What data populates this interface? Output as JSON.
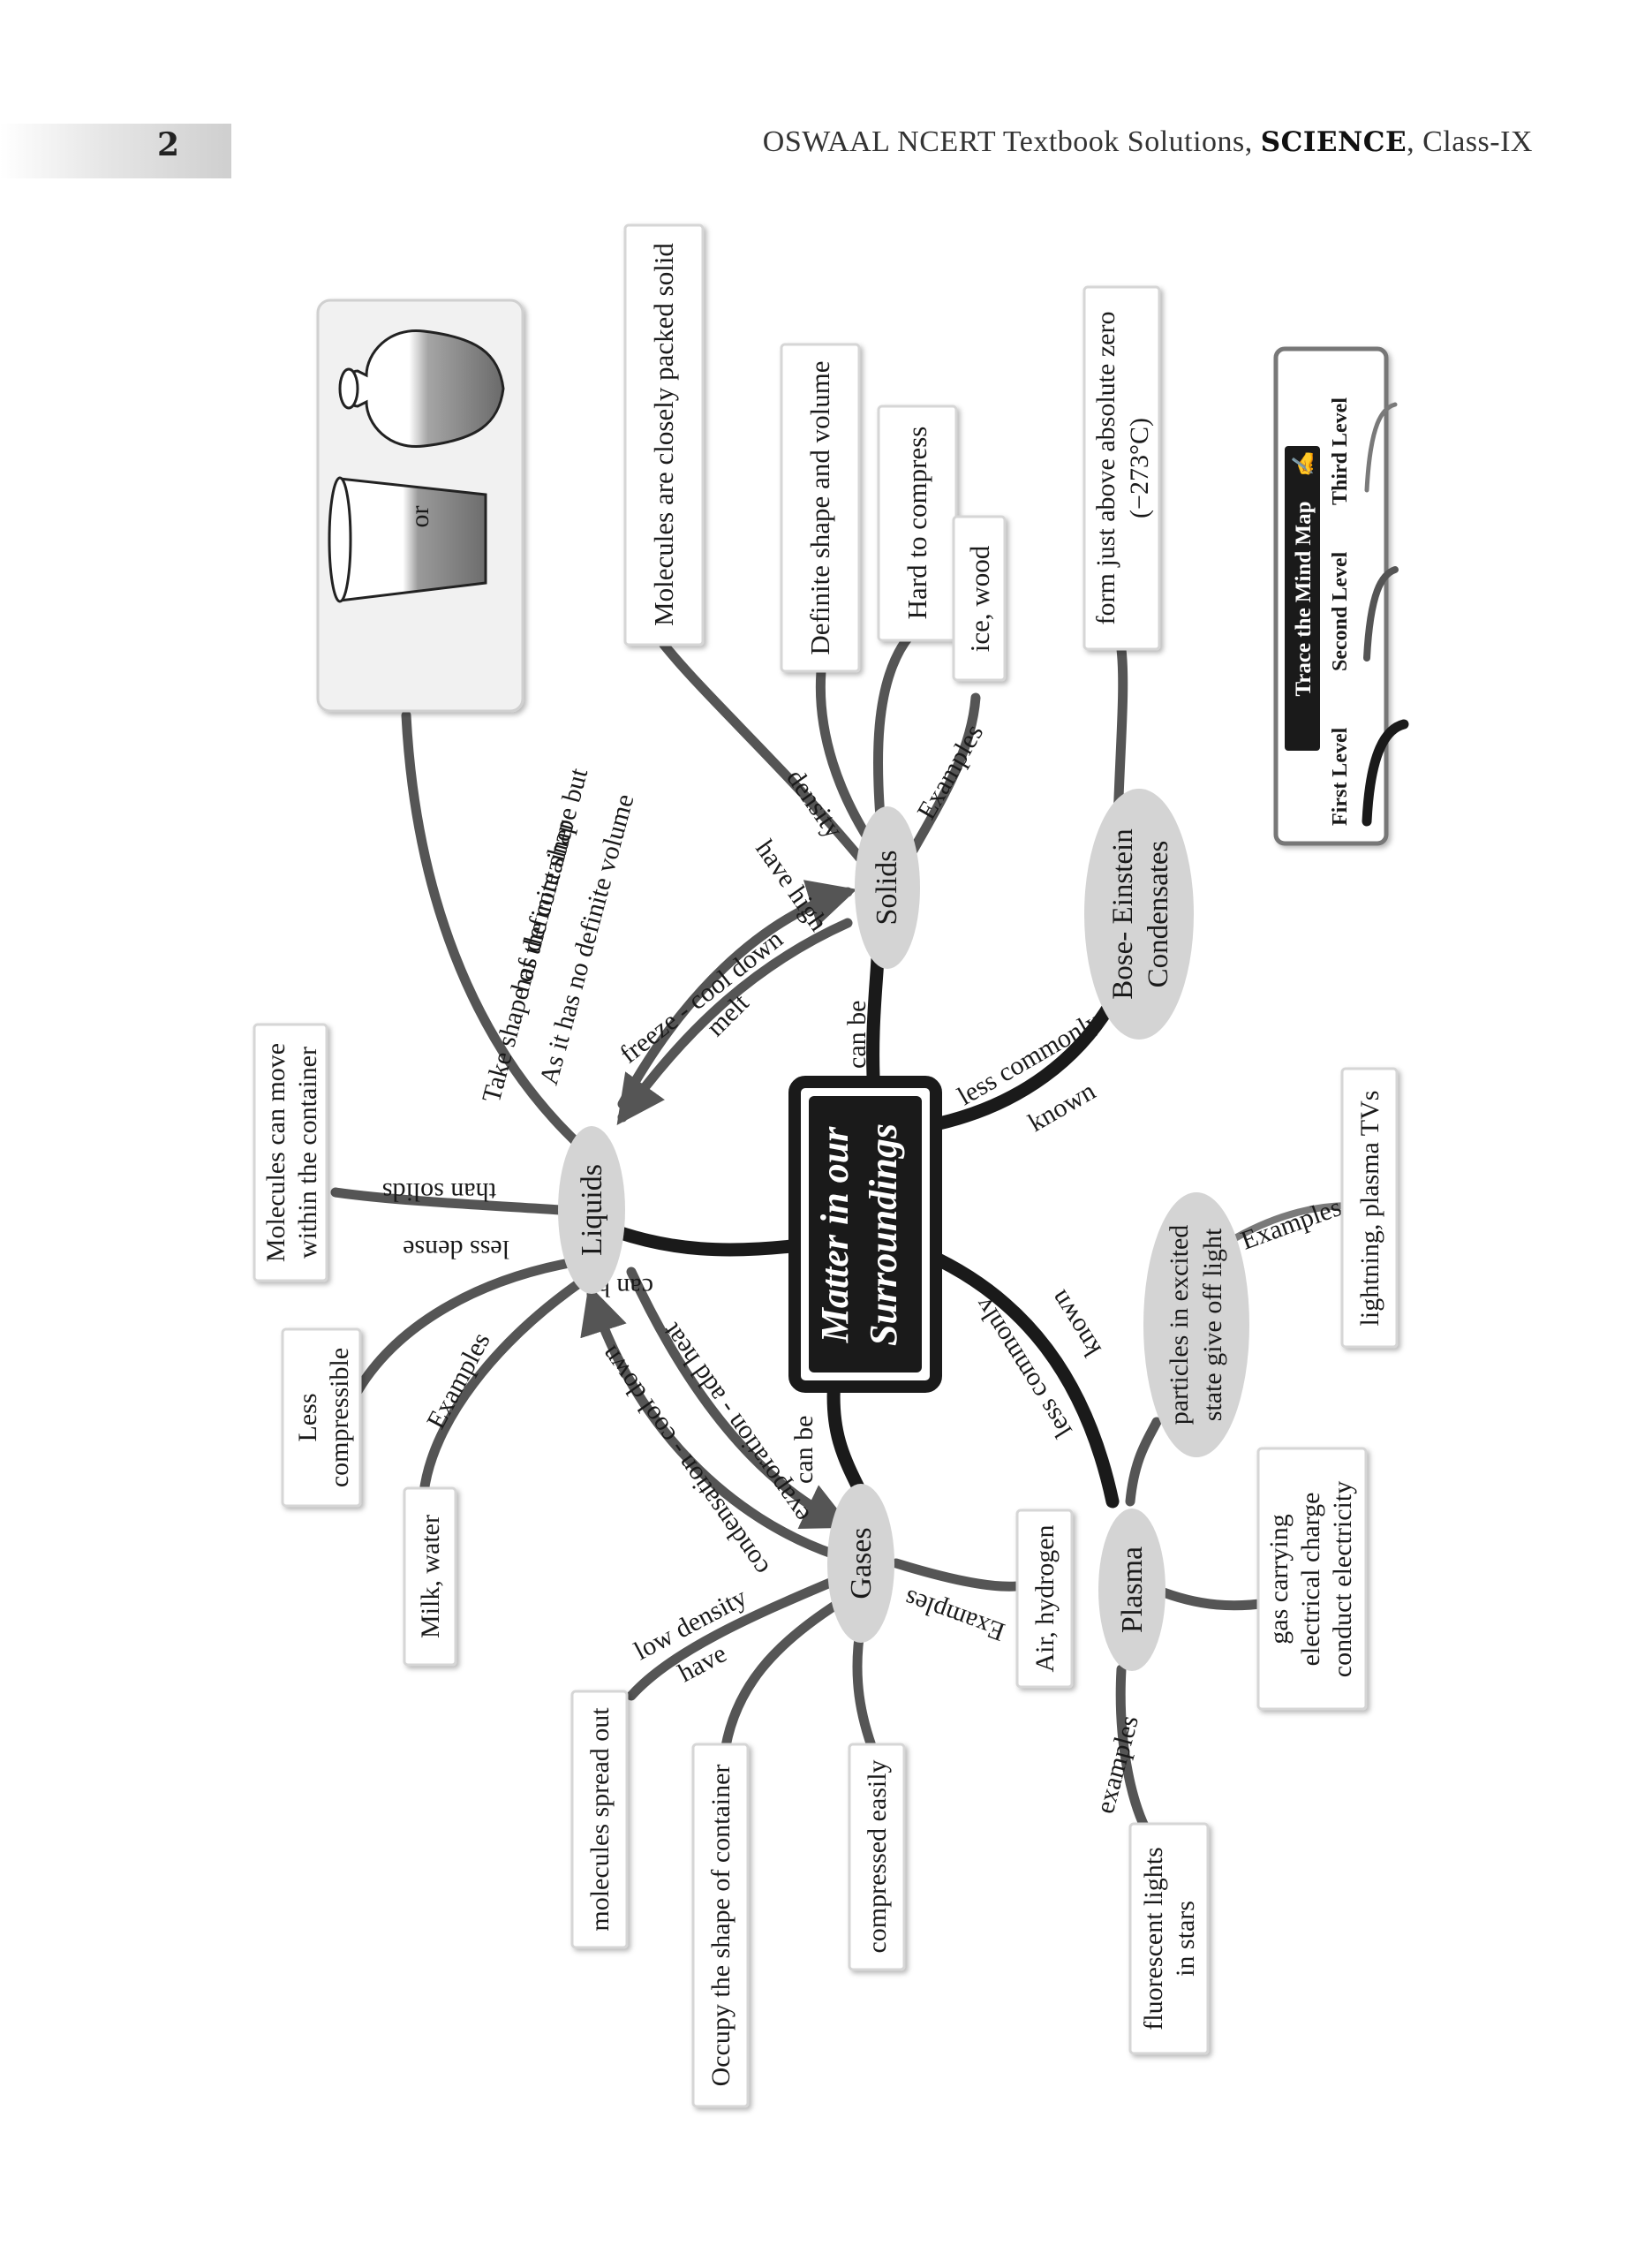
{
  "header": {
    "page_number": "2",
    "publisher_prefix": "OSWAAL NCERT Textbook Solutions, ",
    "subject": "SCIENCE",
    "class_suffix": ", Class-IX"
  },
  "center": {
    "line1": "Matter in our",
    "line2": "Surroundings"
  },
  "states": {
    "solids": "Solids",
    "liquids": "Liquids",
    "gases": "Gases",
    "plasma": "Plasma",
    "bec_line1": "Bose- Einstein",
    "bec_line2": "Condensates"
  },
  "connectors": {
    "can_be_solids": "can be",
    "can_be_liquids": "can be",
    "can_be_gases": "can be",
    "less_commonly_bec": "less commonly",
    "known_bec": "known",
    "less_commonly_plasma": "less commonly",
    "known_plasma": "known",
    "freeze": "freeze - cool down",
    "melt": "melt",
    "evaporation": "evaporation - add heat",
    "condensation": "condensation - cool down",
    "have_high": "have high",
    "density": "density",
    "solid_examples": "Examples",
    "liquid_shape_1": "Take shape of the container",
    "liquid_shape_2": "has definite shape but",
    "liquid_shape_3": "As it has no definite volume",
    "less_dense": "less dense",
    "than_solids": "than solids",
    "liquid_examples": "Examples",
    "low_density": "low density",
    "have": "have",
    "gas_examples": "Examples",
    "plasma_examples_top": "Examples",
    "plasma_examples_bottom": "examples"
  },
  "boxes": {
    "solid_packed": "Molecules are closely packed solid",
    "solid_definite": "Definite shape and volume",
    "solid_hard": "Hard to compress",
    "solid_examples": "ice, wood",
    "container_or": "or",
    "liquid_move_1": "Molecules can move",
    "liquid_move_2": "within the container",
    "liquid_compress_1": "Less",
    "liquid_compress_2": "compressible",
    "liquid_examples": "Milk, water",
    "gas_spread": "molecules spread out",
    "gas_occupy": "Occupy the shape of container",
    "gas_compressed": "compressed easily",
    "gas_examples": "Air, hydrogen",
    "bec_1": "form just above absolute zero",
    "bec_2": "(−273°C)",
    "plasma_excited_1": "particles in excited",
    "plasma_excited_2": "state give off light",
    "plasma_tv": "lightning, plasma TVs",
    "plasma_charge_1": "gas carrying",
    "plasma_charge_2": "electrical charge",
    "plasma_charge_3": "conduct electricity",
    "plasma_stars_1": "fluorescent lights",
    "plasma_stars_2": "in stars"
  },
  "legend": {
    "title": "Trace the  Mind Map",
    "first": "First Level",
    "second": "Second Level",
    "third": "Third Level"
  },
  "colors": {
    "first_level": "#1a1a1a",
    "second_level": "#555555",
    "third_level": "#7a7a7a",
    "node_fill": "#d4d4d4",
    "box_border": "#d9d9d9"
  }
}
